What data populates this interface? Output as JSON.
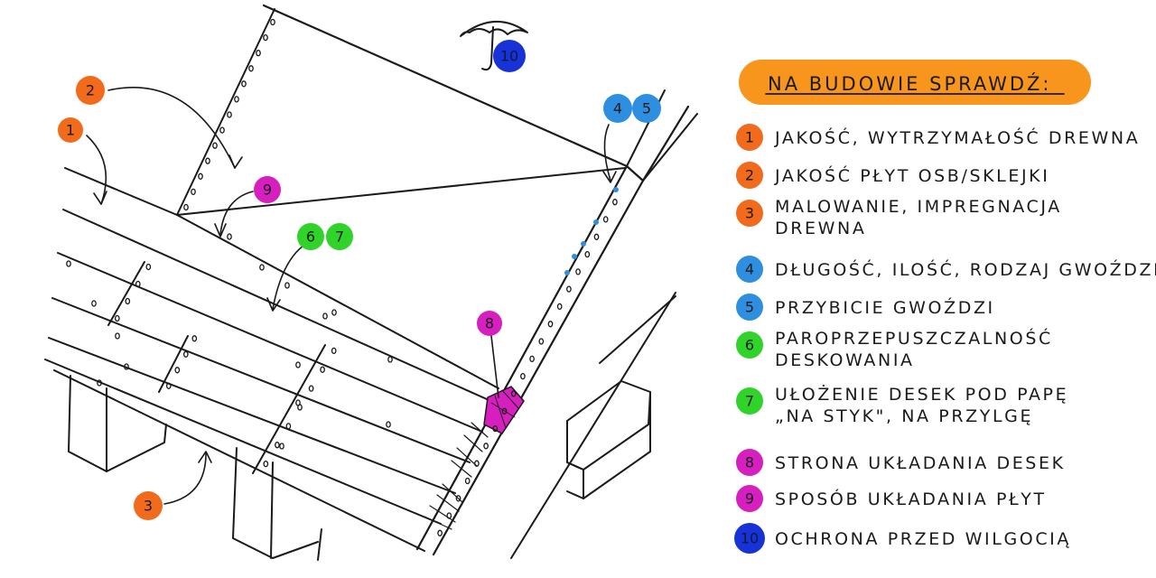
{
  "colors": {
    "orange": "#f26a1b",
    "sky": "#2e8fe0",
    "green": "#2fd32a",
    "magenta": "#d61fbe",
    "navy": "#1733d8",
    "banner": "#f7951c",
    "ink": "#1a1a1a"
  },
  "icons": {
    "umbrella": "umbrella-icon"
  },
  "header": {
    "title": "NA BUDOWIE SPRAWDŹ:"
  },
  "legend": [
    {
      "num": "1",
      "color": "orange",
      "lines": [
        "JAKOŚĆ, WYTRZYMAŁOŚĆ DREWNA"
      ]
    },
    {
      "num": "2",
      "color": "orange",
      "lines": [
        "JAKOŚĆ PŁYT OSB/SKLEJKI"
      ]
    },
    {
      "num": "3",
      "color": "orange",
      "lines": [
        "MALOWANIE, IMPREGNACJA",
        "DREWNA"
      ]
    },
    {
      "num": "4",
      "color": "sky",
      "lines": [
        "DŁUGOŚĆ, ILOŚĆ, RODZAJ GWOŹDZI"
      ]
    },
    {
      "num": "5",
      "color": "sky",
      "lines": [
        "PRZYBICIE GWOŹDZI"
      ]
    },
    {
      "num": "6",
      "color": "green",
      "lines": [
        "PAROPRZEPUSZCZALNOŚĆ",
        "DESKOWANIA"
      ]
    },
    {
      "num": "7",
      "color": "green",
      "lines": [
        "UŁOŻENIE DESEK POD PAPĘ",
        "„NA STYK\", NA PRZYLGĘ"
      ]
    },
    {
      "num": "8",
      "color": "magenta",
      "lines": [
        "STRONA UKŁADANIA DESEK"
      ]
    },
    {
      "num": "9",
      "color": "magenta",
      "lines": [
        "SPOSÓB UKŁADANIA PŁYT"
      ]
    },
    {
      "num": "10",
      "color": "navy",
      "lines": [
        "OCHRONA PRZED WILGOCIĄ"
      ]
    }
  ],
  "callouts": [
    {
      "num": "2",
      "color": "orange"
    },
    {
      "num": "1",
      "color": "orange"
    },
    {
      "num": "3",
      "color": "orange"
    },
    {
      "num": "9",
      "color": "magenta"
    },
    {
      "num": "6",
      "color": "green"
    },
    {
      "num": "7",
      "color": "green"
    },
    {
      "num": "8",
      "color": "magenta"
    },
    {
      "num": "4",
      "color": "sky"
    },
    {
      "num": "5",
      "color": "sky"
    },
    {
      "num": "10",
      "color": "navy"
    }
  ]
}
